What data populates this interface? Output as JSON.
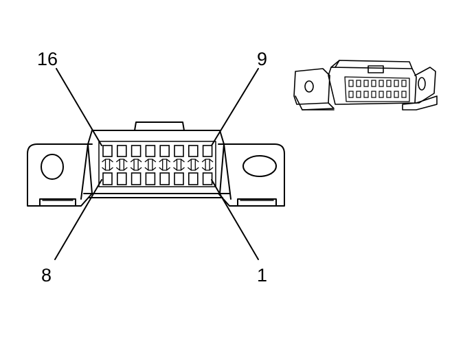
{
  "diagram": {
    "pin_labels": {
      "top_left": "16",
      "top_right": "9",
      "bottom_left": "8",
      "bottom_right": "1"
    },
    "pins_per_row": 8,
    "line_color": "#000000",
    "background_color": "#ffffff"
  }
}
